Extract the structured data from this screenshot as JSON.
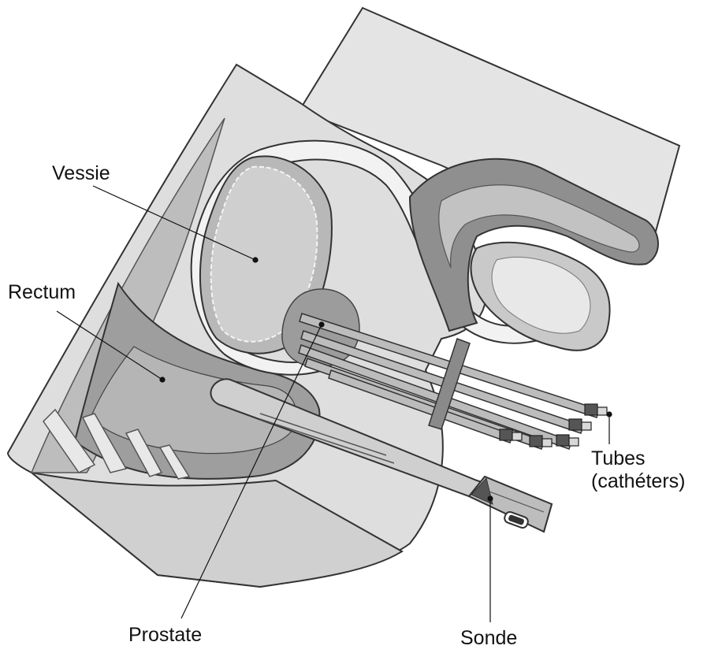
{
  "labels": {
    "vessie": "Vessie",
    "rectum": "Rectum",
    "prostate": "Prostate",
    "sonde": "Sonde",
    "tubes_line1": "Tubes",
    "tubes_line2": "(cathéters)"
  },
  "colors": {
    "background": "#ffffff",
    "outline": "#333333",
    "panel_light": "#e2e2e2",
    "tissue_mid": "#c4c4c4",
    "tissue_dark": "#8d8d8d",
    "prostate": "#9a9a9a",
    "label_text": "#111111"
  }
}
